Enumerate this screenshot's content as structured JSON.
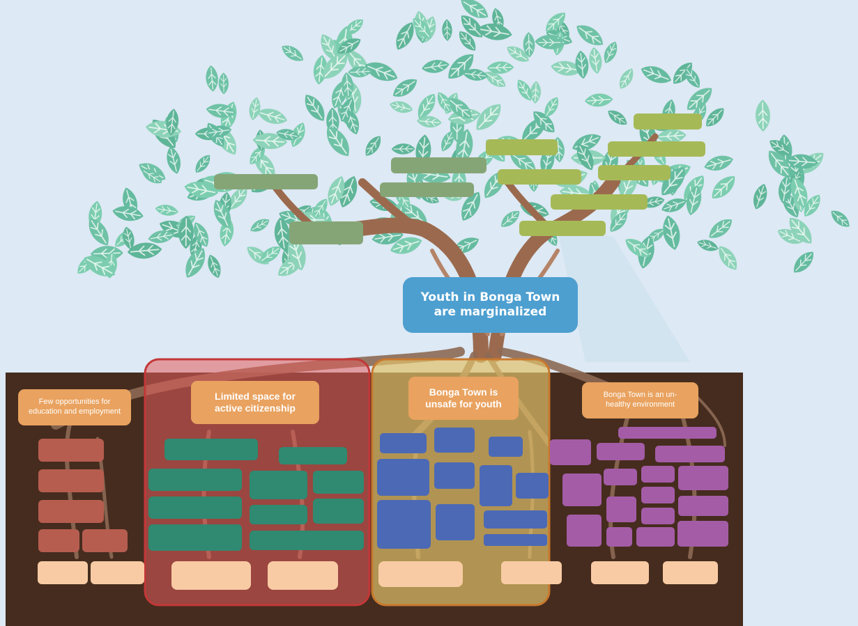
{
  "central_problem": {
    "line1": "Youth in Bonga Town",
    "line2": "are marginalized"
  },
  "root_causes": [
    {
      "line1": "Few opportunities for",
      "line2": "education and employment"
    },
    {
      "line1": "Limited space for",
      "line2": "active citizenship"
    },
    {
      "line1": "Bonga Town is",
      "line2": "unsafe for youth"
    },
    {
      "line1": "Bonga Town is an un-",
      "line2": "healthy environment"
    }
  ],
  "colors": {
    "sky": "#dde9f4",
    "soil": "#452c1e",
    "trunk": "#9b6a4e",
    "leaf": "#6fc2a6",
    "central_box": "#4d9fd0",
    "cause_label": "#e9a25f",
    "effect_box_left": "#86a577",
    "effect_box_right": "#a6b957",
    "group_red": "#b65d4f",
    "group_teal": "#2f8a71",
    "group_blue": "#4c69b5",
    "group_purple": "#a45ca7",
    "leaf_box": "#f8cba4",
    "highlight_red": "#e25c5c",
    "highlight_gold": "#e0c06a"
  }
}
